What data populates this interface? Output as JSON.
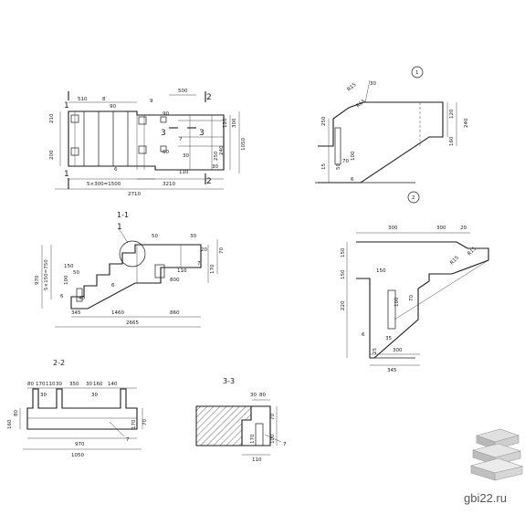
{
  "plan": {
    "dims": {
      "top_left": "510",
      "top_mid": "8",
      "top_90": "90",
      "top_right": "500",
      "left_210": "210",
      "left_200": "200",
      "mark_6": "6",
      "mark_9": "9",
      "bottom_steps": "5×300=1500",
      "bottom_3210": "3210",
      "bottom_total": "2710",
      "right_120": "120",
      "right_300": "300",
      "right_240": "240",
      "right_1050": "1050",
      "right_250": "250",
      "right_30": "30",
      "mid_90": "90",
      "mid_60": "60",
      "mid_7": "7",
      "mid_110": "110",
      "mid_30": "30"
    },
    "section_marks": {
      "s1": "1",
      "s2": "2",
      "s3": "3"
    }
  },
  "section_1_1": {
    "title": "1-1",
    "callout": "1",
    "dims": {
      "d970": "970",
      "d_steps": "5×150=750",
      "d150": "150",
      "d50": "50",
      "d100": "100",
      "d40": "40",
      "d345": "345",
      "d1460": "1460",
      "d860": "860",
      "d2665": "2665",
      "d800": "800",
      "d110": "110",
      "d170": "170",
      "d20": "20",
      "d70": "70",
      "d30": "30",
      "d50b": "50",
      "mark6": "6",
      "mark6b": "6",
      "mark7": "7"
    }
  },
  "section_2_2": {
    "title": "2-2",
    "dims": {
      "top": [
        "80",
        "170",
        "110",
        "30",
        "350",
        "30",
        "160",
        "140"
      ],
      "d30a": "30",
      "d30b": "30",
      "d160": "160",
      "d80": "80",
      "d170": "170",
      "d70": "70",
      "d970": "970",
      "d1050": "1050",
      "mark7": "7"
    }
  },
  "section_3_3": {
    "title": "3-3",
    "dims": {
      "d30": "30",
      "d80": "80",
      "d70": "70",
      "d170": "170",
      "d100": "100",
      "d110": "110",
      "mark7": "7"
    }
  },
  "detail_1": {
    "number": "1",
    "dims": {
      "r15a": "R15",
      "r15b": "R15",
      "d30": "30",
      "d250": "250",
      "d120": "120",
      "d240": "240",
      "d160": "160",
      "d100": "100",
      "d70": "70",
      "d15": "15",
      "d50": "50",
      "mark6": "6"
    }
  },
  "detail_2": {
    "number": "2",
    "dims": {
      "d300a": "300",
      "d300b": "300",
      "d20": "20",
      "r15a": "R15",
      "r15b": "R15",
      "d150a": "150",
      "d150b": "150",
      "d150c": "150",
      "d220": "220",
      "d100": "100",
      "d70": "70",
      "d35": "35",
      "d300c": "300",
      "d25": "25",
      "d345": "345",
      "mark6": "6"
    }
  },
  "watermark": {
    "site": "gbi22.ru"
  }
}
